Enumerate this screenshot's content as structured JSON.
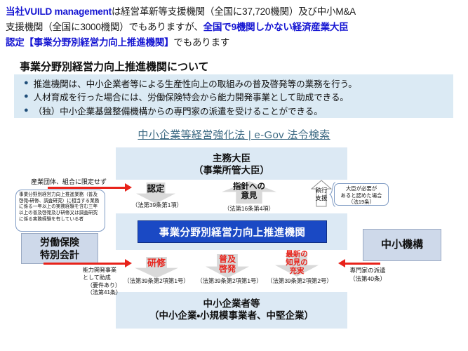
{
  "intro": {
    "line1_a": "当社VUILD management",
    "line1_b": "は経営革新等支援機関（全国に37,720機関）及び中小M&A",
    "line2_a": "支援機関（全国に3000機関）でもありますが、",
    "line2_b": "全国で9機関しかない経済産業大臣",
    "line3_a": "認定【事業分野別経営力向上推進機関】",
    "line3_b": "でもあります"
  },
  "section": {
    "title": "事業分野別経営力向上推進機関について",
    "bullets": [
      "推進機関は、中小企業者等による生産性向上の取組みの普及啓発等の業務を行う。",
      "人材育成を行った場合には、労働保険特会から能力開発事業として助成できる。",
      "（独）中小企業基盤整備機構からの専門家の派遣を受けることができる。"
    ],
    "bullet_marker": "●"
  },
  "link": {
    "label": "中小企業等経営強化法 | e-Gov 法令検索"
  },
  "diagram": {
    "minister": {
      "line1": "主務大臣",
      "line2": "（事業所管大臣）"
    },
    "organization": "事業分野別経営力向上推進機関",
    "smes": {
      "line1": "中小企業者等",
      "line2": "（中小企業・小規模事業者、中堅企業）"
    },
    "arrows_upper": [
      {
        "label": "認定",
        "cite": "（法第39条第1項）",
        "direction": "down",
        "color": "#101010"
      },
      {
        "label_line1": "指針への",
        "label_line2": "意見",
        "cite": "（法第16条第4項）",
        "direction": "up",
        "color": "#101010"
      }
    ],
    "exec_support": {
      "line1": "執行",
      "line2": "支援",
      "note": "大臣が必要が\nあると認めた場合\n（法19条）",
      "note_line1": "大臣が必要が",
      "note_line2": "あると認めた場合",
      "note_line3": "（法19条）"
    },
    "arrows_lower": [
      {
        "label": "研修",
        "cite": "（法第39条第2項第1号）"
      },
      {
        "label_line1": "普及",
        "label_line2": "啓発",
        "cite": "（法第39条第2項第1号）"
      },
      {
        "label_line1": "最新の",
        "label_line2": "知見の",
        "label_line3": "充実",
        "cite": "（法第39条第2項第2号）"
      }
    ],
    "left": {
      "caption": "産業団体、組合に限定せず",
      "requirements": "事業分野別経営力向上推進業務（普及啓発・研修、調査研究）に相当する業務に係る一年以上の実務経験を含む三年以上の普及啓発及び研修又は調査研究に係る実務経験を有している者",
      "insurance_box_line1": "労働保険",
      "insurance_box_line2": "特別会計",
      "subsidy_line1": "能力開発事業",
      "subsidy_line2": "として助成",
      "subsidy_line3": "（要件あり）",
      "subsidy_line4": "（法第41条）"
    },
    "right": {
      "org_box": "中小機構",
      "dispatch_line1": "専門家の派遣",
      "dispatch_line2": "（法第40条）"
    }
  },
  "colors": {
    "intro_blue": "#1414d2",
    "panel_blue": "#dce9f4",
    "bullets_panel": "#dbeaf4",
    "org_box_blue": "#1a49c4",
    "red_accent": "#e8221a",
    "link_teal": "#3e6b84",
    "side_box": "#ced9ea"
  }
}
